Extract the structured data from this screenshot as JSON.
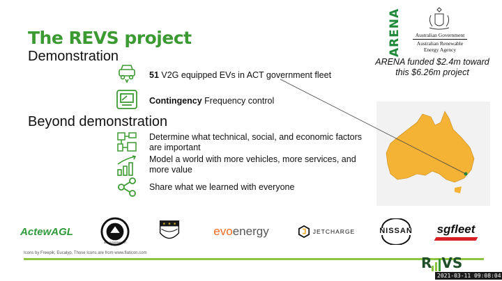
{
  "slide": {
    "title": "The REVS project",
    "section_demo": "Demonstration",
    "section_beyond": "Beyond demonstration",
    "items": [
      {
        "icon": "ev-charging-car-icon",
        "bold": "51",
        "text": " V2G equipped EVs in ACT government fleet"
      },
      {
        "icon": "frequency-meter-icon",
        "bold": "Contingency",
        "text": " Frequency control"
      },
      {
        "icon": "circuit-factors-icon",
        "bold": "",
        "text": "Determine what technical, social, and economic factors are important"
      },
      {
        "icon": "growth-bars-icon",
        "bold": "",
        "text": "Model a world with more vehicles, more services, and more value"
      },
      {
        "icon": "share-icon",
        "bold": "",
        "text": "Share what we learned with everyone"
      }
    ]
  },
  "arena": {
    "word": "ARENA",
    "gov_line1": "Australian Government",
    "gov_line2": "Australian Renewable",
    "gov_line3": "Energy Agency",
    "caption_line1": "ARENA funded $2.4m toward",
    "caption_line2": "this $6.26m project"
  },
  "partners": {
    "actewagl": "ActewAGL",
    "evo_prefix": "evo",
    "evo_suffix": "energy",
    "jetcharge": "JETCHARGE",
    "nissan": "NISSAN",
    "sgfleet": "sgfleet",
    "revs_prefix": "R",
    "revs_suffix": "VS",
    "act_seal_text": "ACT GOVERNMENT"
  },
  "footer": {
    "credit": "Icons by Freepik, Eucalyp, Those Icons are from www.flaticon.com",
    "timestamp": "2021-03-11  09:08:04"
  },
  "colors": {
    "brand_green": "#3c9a32",
    "light_green": "#8cc63f",
    "map_orange": "#f5b335",
    "evo_orange": "#f26a21",
    "sgfleet_red": "#d81f26"
  }
}
